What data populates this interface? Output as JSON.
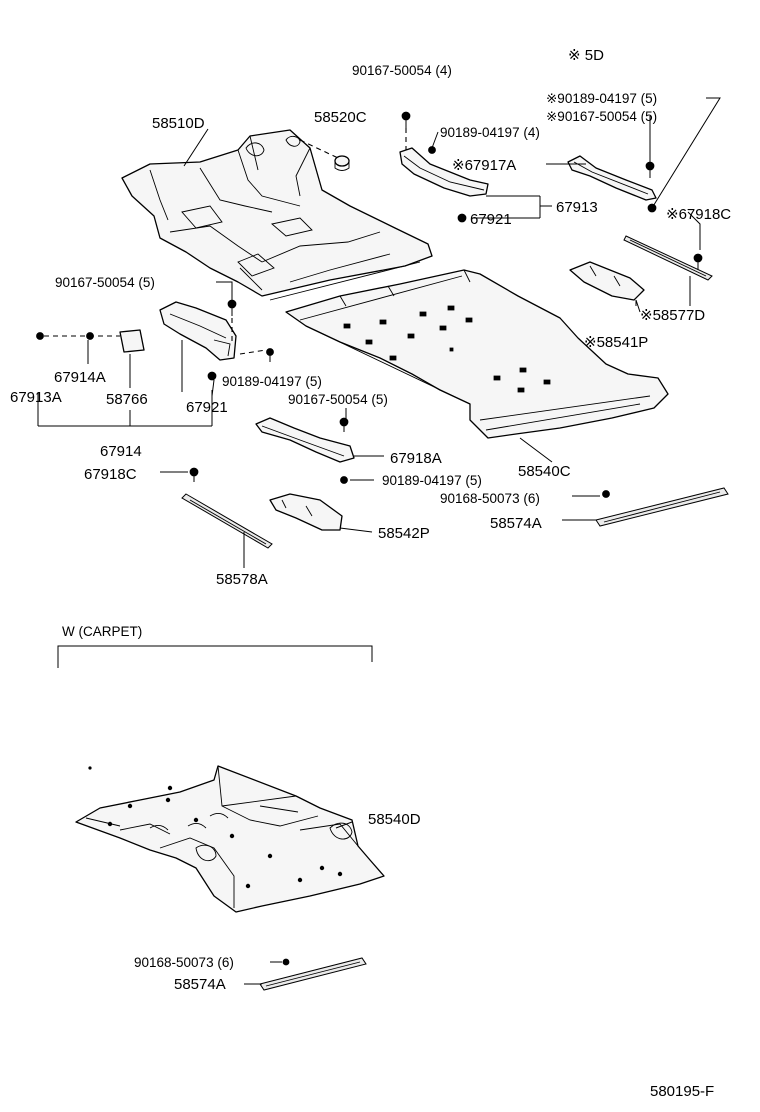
{
  "diagram": {
    "variant_note": "※ 5D",
    "section_title": "W (CARPET)",
    "drawing_number": "580195-F",
    "labels": {
      "p58510D": "58510D",
      "p58520C": "58520C",
      "p90167_top": "90167-50054 (4)",
      "p90189_4": "90189-04197 (4)",
      "p90189_5r": "※90189-04197 (5)",
      "p90167_5r": "※90167-50054 (5)",
      "p67917A": "※67917A",
      "p67921_r": "67921",
      "p67913": "67913",
      "p67918C_r": "※67918C",
      "p58577D": "※58577D",
      "p58541P": "※58541P",
      "p90167_5l": "90167-50054 (5)",
      "p67914A": "67914A",
      "p67913A": "67913A",
      "p58766": "58766",
      "p67921_l": "67921",
      "p90189_5c": "90189-04197 (5)",
      "p67914": "67914",
      "p90167_5c": "90167-50054 (5)",
      "p67918A": "67918A",
      "p58540C": "58540C",
      "p90189_5b": "90189-04197 (5)",
      "p90168_r": "90168-50073 (6)",
      "p67918C_l": "67918C",
      "p58574A_r": "58574A",
      "p58542P": "58542P",
      "p58578A": "58578A",
      "p58540D": "58540D",
      "p90168_w": "90168-50073 (6)",
      "p58574A_w": "58574A"
    }
  }
}
